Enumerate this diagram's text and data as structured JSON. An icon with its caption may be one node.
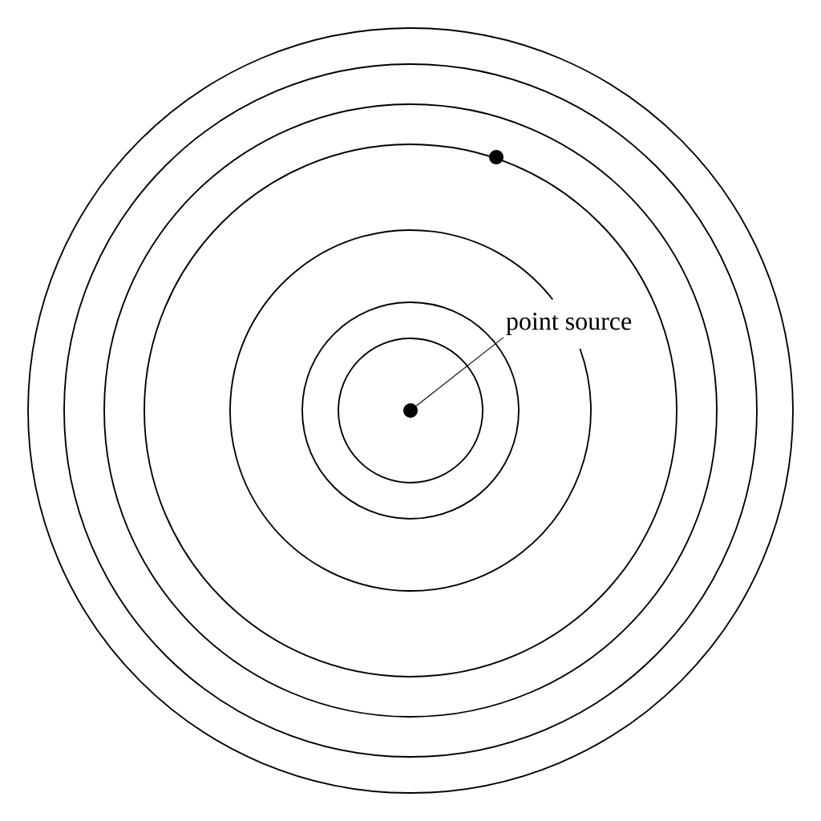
{
  "diagram": {
    "nodes": [
      {
        "text": [
          "point source"
        ]
      },
      {
        "text": [],
        "shape": "circle"
      },
      {
        "text": [],
        "shape": "circle"
      }
    ],
    "edges": [
      {
        "from": 0,
        "to": 1,
        "arrow": "none"
      }
    ]
  }
}
